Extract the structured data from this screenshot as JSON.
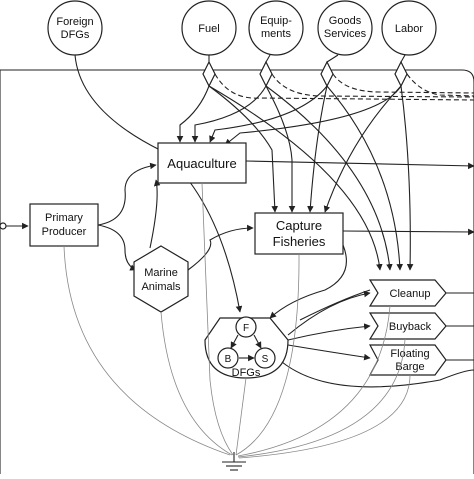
{
  "nodes": {
    "foreign": [
      "Foreign",
      "DFGs"
    ],
    "fuel": [
      "Fuel"
    ],
    "equipments": [
      "Equip-",
      "ments"
    ],
    "goods": [
      "Goods",
      "Services"
    ],
    "labor": [
      "Labor"
    ],
    "aquaculture": [
      "Aquaculture"
    ],
    "primary": [
      "Primary",
      "Producer"
    ],
    "capture": [
      "Capture",
      "Fisheries"
    ],
    "marine": [
      "Marine",
      "Animals"
    ],
    "cleanup": [
      "Cleanup"
    ],
    "buyback": [
      "Buyback"
    ],
    "floating": [
      "Floating",
      "Barge"
    ],
    "dfgs": {
      "f": "F",
      "b": "B",
      "s": "S",
      "label": "DFGs"
    }
  }
}
